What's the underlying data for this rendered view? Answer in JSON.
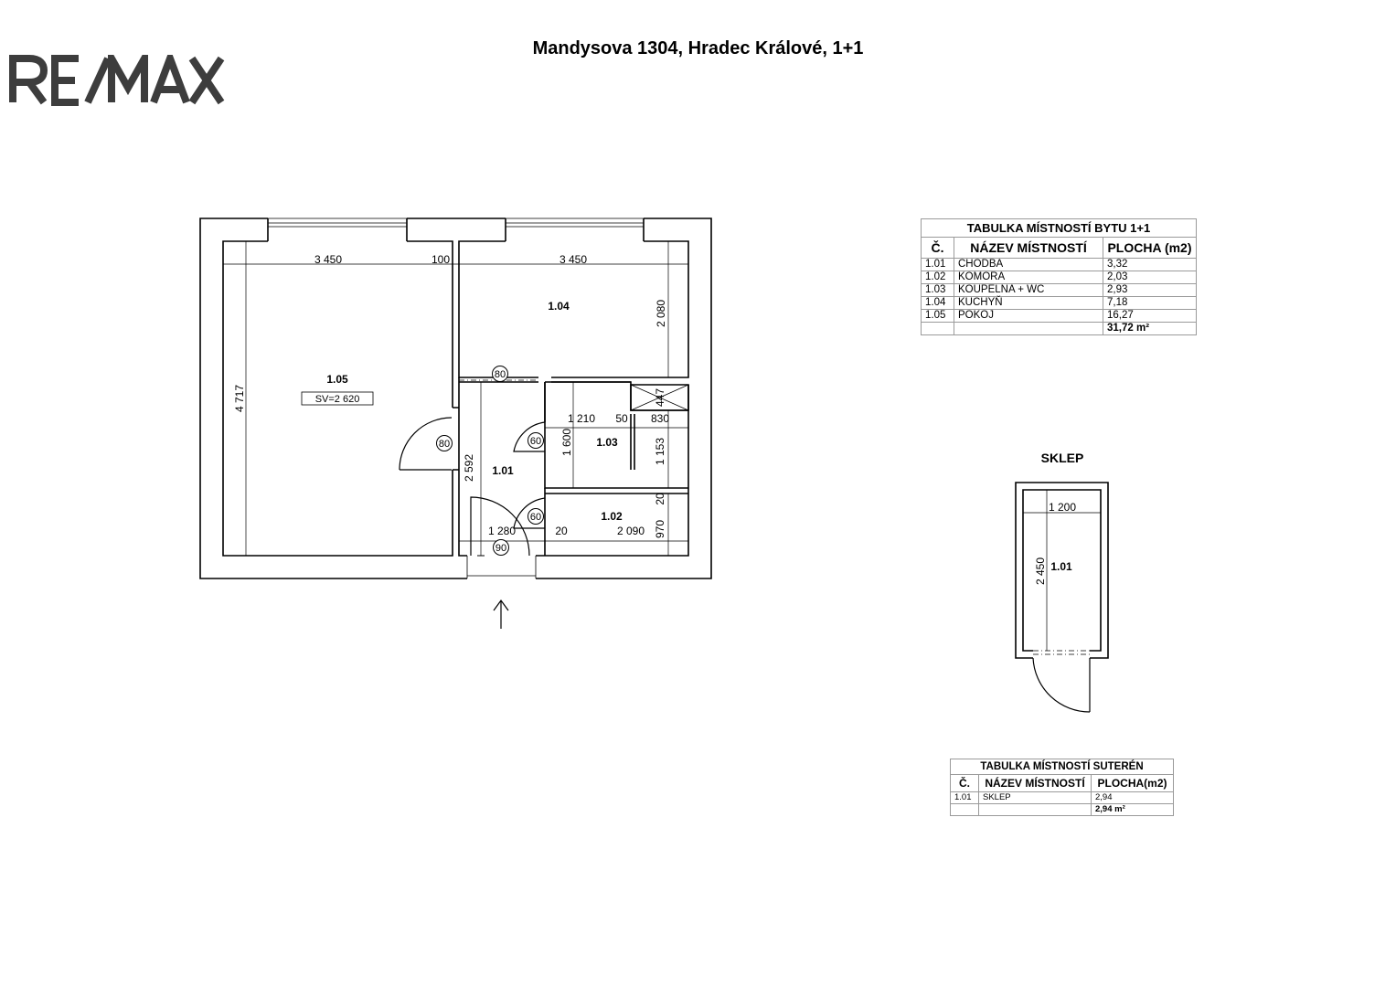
{
  "header": {
    "title": "Mandysova 1304, Hradec Králové, 1+1"
  },
  "logo": {
    "text": "RE/MAX"
  },
  "plan": {
    "rooms": {
      "r105": "1.05",
      "r104": "1.04",
      "r101": "1.01",
      "r103": "1.03",
      "r102": "1.02",
      "sv": "SV=2 620"
    },
    "dims": {
      "d3450a": "3 450",
      "d100": "100",
      "d3450b": "3 450",
      "d2080": "2 080",
      "d4717": "4 717",
      "d447": "447",
      "d1210": "1 210",
      "d50": "50",
      "d830": "830",
      "d1600": "1 600",
      "d1153": "1 153",
      "d2592": "2 592",
      "d20a": "20",
      "d1280": "1 280",
      "d20b": "20",
      "d2090": "2 090",
      "d970": "970"
    },
    "doors": {
      "d80top": "80",
      "d80left": "80",
      "d60a": "60",
      "d60b": "60",
      "d90": "90"
    }
  },
  "cellar": {
    "label": "SKLEP",
    "room": "1.01",
    "dim_width": "1 200",
    "dim_height": "2 450"
  },
  "table_flat": {
    "caption": "TABULKA MÍSTNOSTÍ BYTU 1+1",
    "headers": [
      "Č.",
      "NÁZEV MÍSTNOSTÍ",
      "PLOCHA (m2)"
    ],
    "rows": [
      [
        "1.01",
        "CHODBA",
        "3,32"
      ],
      [
        "1.02",
        "KOMORA",
        "2,03"
      ],
      [
        "1.03",
        "KOUPELNA + WC",
        "2,93"
      ],
      [
        "1.04",
        "KUCHYŇ",
        "7,18"
      ],
      [
        "1.05",
        "POKOJ",
        "16,27"
      ]
    ],
    "total": "31,72 m²"
  },
  "table_basement": {
    "caption": "TABULKA MÍSTNOSTÍ SUTERÉN",
    "headers": [
      "Č.",
      "NÁZEV MÍSTNOSTÍ",
      "PLOCHA(m2)"
    ],
    "rows": [
      [
        "1.01",
        "SKLEP",
        "2,94"
      ]
    ],
    "total": "2,94 m²"
  }
}
